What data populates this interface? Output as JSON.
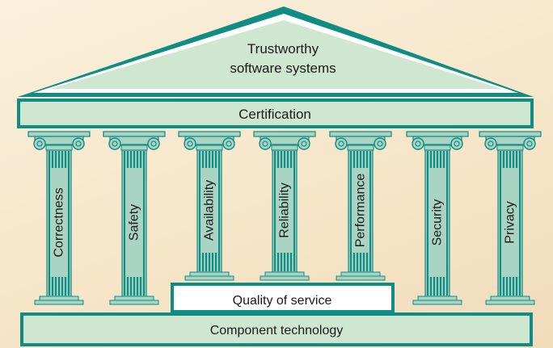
{
  "roof": {
    "line1": "Trustworthy",
    "line2": "software systems"
  },
  "architrave": {
    "label": "Certification"
  },
  "pillars": [
    {
      "label": "Correctness"
    },
    {
      "label": "Safety"
    },
    {
      "label": "Availability"
    },
    {
      "label": "Reliability"
    },
    {
      "label": "Performance"
    },
    {
      "label": "Security"
    },
    {
      "label": "Privacy"
    }
  ],
  "qos": {
    "label": "Quality of service"
  },
  "base": {
    "label": "Component technology"
  },
  "colors": {
    "outline": "#0f8c84",
    "panel": "#cfe7d0",
    "column": "#a9d4c4",
    "white": "#ffffff",
    "text": "#1a1a1a"
  }
}
